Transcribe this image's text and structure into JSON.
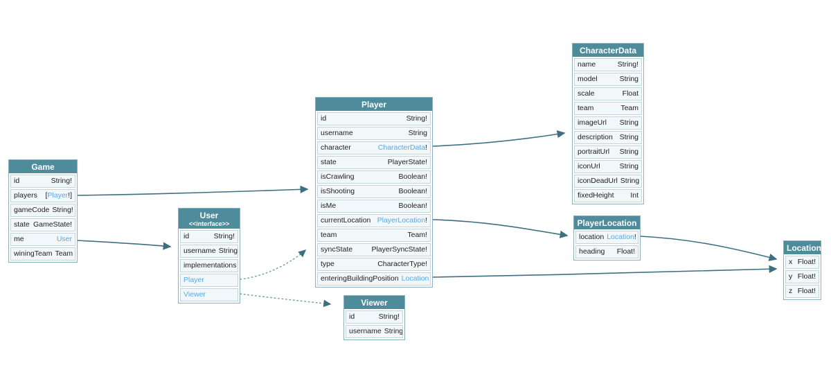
{
  "colors": {
    "header_bg": "#4e8c9c",
    "header_text": "#ffffff",
    "row_bg": "#f2f7f9",
    "row_border": "#c2d5dc",
    "table_border": "#8ab0bc",
    "link_blue": "#55a8e8",
    "field_text": "#1d1d1f",
    "arrow": "#3d6f80"
  },
  "entities": {
    "game": {
      "title": "Game",
      "rows": [
        {
          "name": "id",
          "type": [
            {
              "t": "String!"
            }
          ]
        },
        {
          "name": "players",
          "type": [
            {
              "t": "["
            },
            {
              "t": "Player",
              "link": true
            },
            {
              "t": "!]"
            }
          ]
        },
        {
          "name": "gameCode",
          "type": [
            {
              "t": "String!"
            }
          ]
        },
        {
          "name": "state",
          "type": [
            {
              "t": "GameState!"
            }
          ]
        },
        {
          "name": "me",
          "type": [
            {
              "t": "User",
              "link": true
            }
          ]
        },
        {
          "name": "winingTeam",
          "type": [
            {
              "t": "Team"
            }
          ]
        }
      ]
    },
    "user": {
      "title": "User",
      "subtitle": "<<interface>>",
      "rows": [
        {
          "name": "id",
          "type": [
            {
              "t": "String!"
            }
          ]
        },
        {
          "name": "username",
          "type": [
            {
              "t": "String"
            }
          ]
        },
        {
          "name": "implementations"
        },
        {
          "name": "Player",
          "name_link": true
        },
        {
          "name": "Viewer",
          "name_link": true
        }
      ]
    },
    "player": {
      "title": "Player",
      "rows": [
        {
          "name": "id",
          "type": [
            {
              "t": "String!"
            }
          ]
        },
        {
          "name": "username",
          "type": [
            {
              "t": "String"
            }
          ]
        },
        {
          "name": "character",
          "type": [
            {
              "t": "CharacterData",
              "link": true
            },
            {
              "t": "!"
            }
          ]
        },
        {
          "name": "state",
          "type": [
            {
              "t": "PlayerState!"
            }
          ]
        },
        {
          "name": "isCrawling",
          "type": [
            {
              "t": "Boolean!"
            }
          ]
        },
        {
          "name": "isShooting",
          "type": [
            {
              "t": "Boolean!"
            }
          ]
        },
        {
          "name": "isMe",
          "type": [
            {
              "t": "Boolean!"
            }
          ]
        },
        {
          "name": "currentLocation",
          "type": [
            {
              "t": "PlayerLocation",
              "link": true
            },
            {
              "t": "!"
            }
          ]
        },
        {
          "name": "team",
          "type": [
            {
              "t": "Team!"
            }
          ]
        },
        {
          "name": "syncState",
          "type": [
            {
              "t": "PlayerSyncState!"
            }
          ]
        },
        {
          "name": "type",
          "type": [
            {
              "t": "CharacterType!"
            }
          ]
        },
        {
          "name": "enteringBuildingPosition",
          "type": [
            {
              "t": "Location",
              "link": true
            }
          ]
        }
      ]
    },
    "characterData": {
      "title": "CharacterData",
      "rows": [
        {
          "name": "name",
          "type": [
            {
              "t": "String!"
            }
          ]
        },
        {
          "name": "model",
          "type": [
            {
              "t": "String"
            }
          ]
        },
        {
          "name": "scale",
          "type": [
            {
              "t": "Float"
            }
          ]
        },
        {
          "name": "team",
          "type": [
            {
              "t": "Team"
            }
          ]
        },
        {
          "name": "imageUrl",
          "type": [
            {
              "t": "String"
            }
          ]
        },
        {
          "name": "description",
          "type": [
            {
              "t": "String"
            }
          ]
        },
        {
          "name": "portraitUrl",
          "type": [
            {
              "t": "String"
            }
          ]
        },
        {
          "name": "iconUrl",
          "type": [
            {
              "t": "String"
            }
          ]
        },
        {
          "name": "iconDeadUrl",
          "type": [
            {
              "t": "String"
            }
          ]
        },
        {
          "name": "fixedHeight",
          "type": [
            {
              "t": "Int"
            }
          ]
        }
      ]
    },
    "playerLocation": {
      "title": "PlayerLocation",
      "rows": [
        {
          "name": "location",
          "type": [
            {
              "t": "Location",
              "link": true
            },
            {
              "t": "!"
            }
          ]
        },
        {
          "name": "heading",
          "type": [
            {
              "t": "Float!"
            }
          ]
        }
      ]
    },
    "location": {
      "title": "Location",
      "rows": [
        {
          "name": "x",
          "type": [
            {
              "t": "Float!"
            }
          ]
        },
        {
          "name": "y",
          "type": [
            {
              "t": "Float!"
            }
          ]
        },
        {
          "name": "z",
          "type": [
            {
              "t": "Float!"
            }
          ]
        }
      ]
    },
    "viewer": {
      "title": "Viewer",
      "rows": [
        {
          "name": "id",
          "type": [
            {
              "t": "String!"
            }
          ]
        },
        {
          "name": "username",
          "type": [
            {
              "t": "String"
            }
          ]
        }
      ]
    }
  },
  "edges": [
    {
      "from": "Game.players",
      "to": "Player",
      "style": "solid"
    },
    {
      "from": "Game.me",
      "to": "User",
      "style": "solid"
    },
    {
      "from": "Player.character",
      "to": "CharacterData",
      "style": "solid"
    },
    {
      "from": "Player.currentLocation",
      "to": "PlayerLocation",
      "style": "solid"
    },
    {
      "from": "Player.enteringBuildingPosition",
      "to": "Location",
      "style": "solid"
    },
    {
      "from": "PlayerLocation.location",
      "to": "Location",
      "style": "solid"
    },
    {
      "from": "User.Player",
      "to": "Player",
      "style": "dotted"
    },
    {
      "from": "User.Viewer",
      "to": "Viewer",
      "style": "dotted"
    }
  ]
}
